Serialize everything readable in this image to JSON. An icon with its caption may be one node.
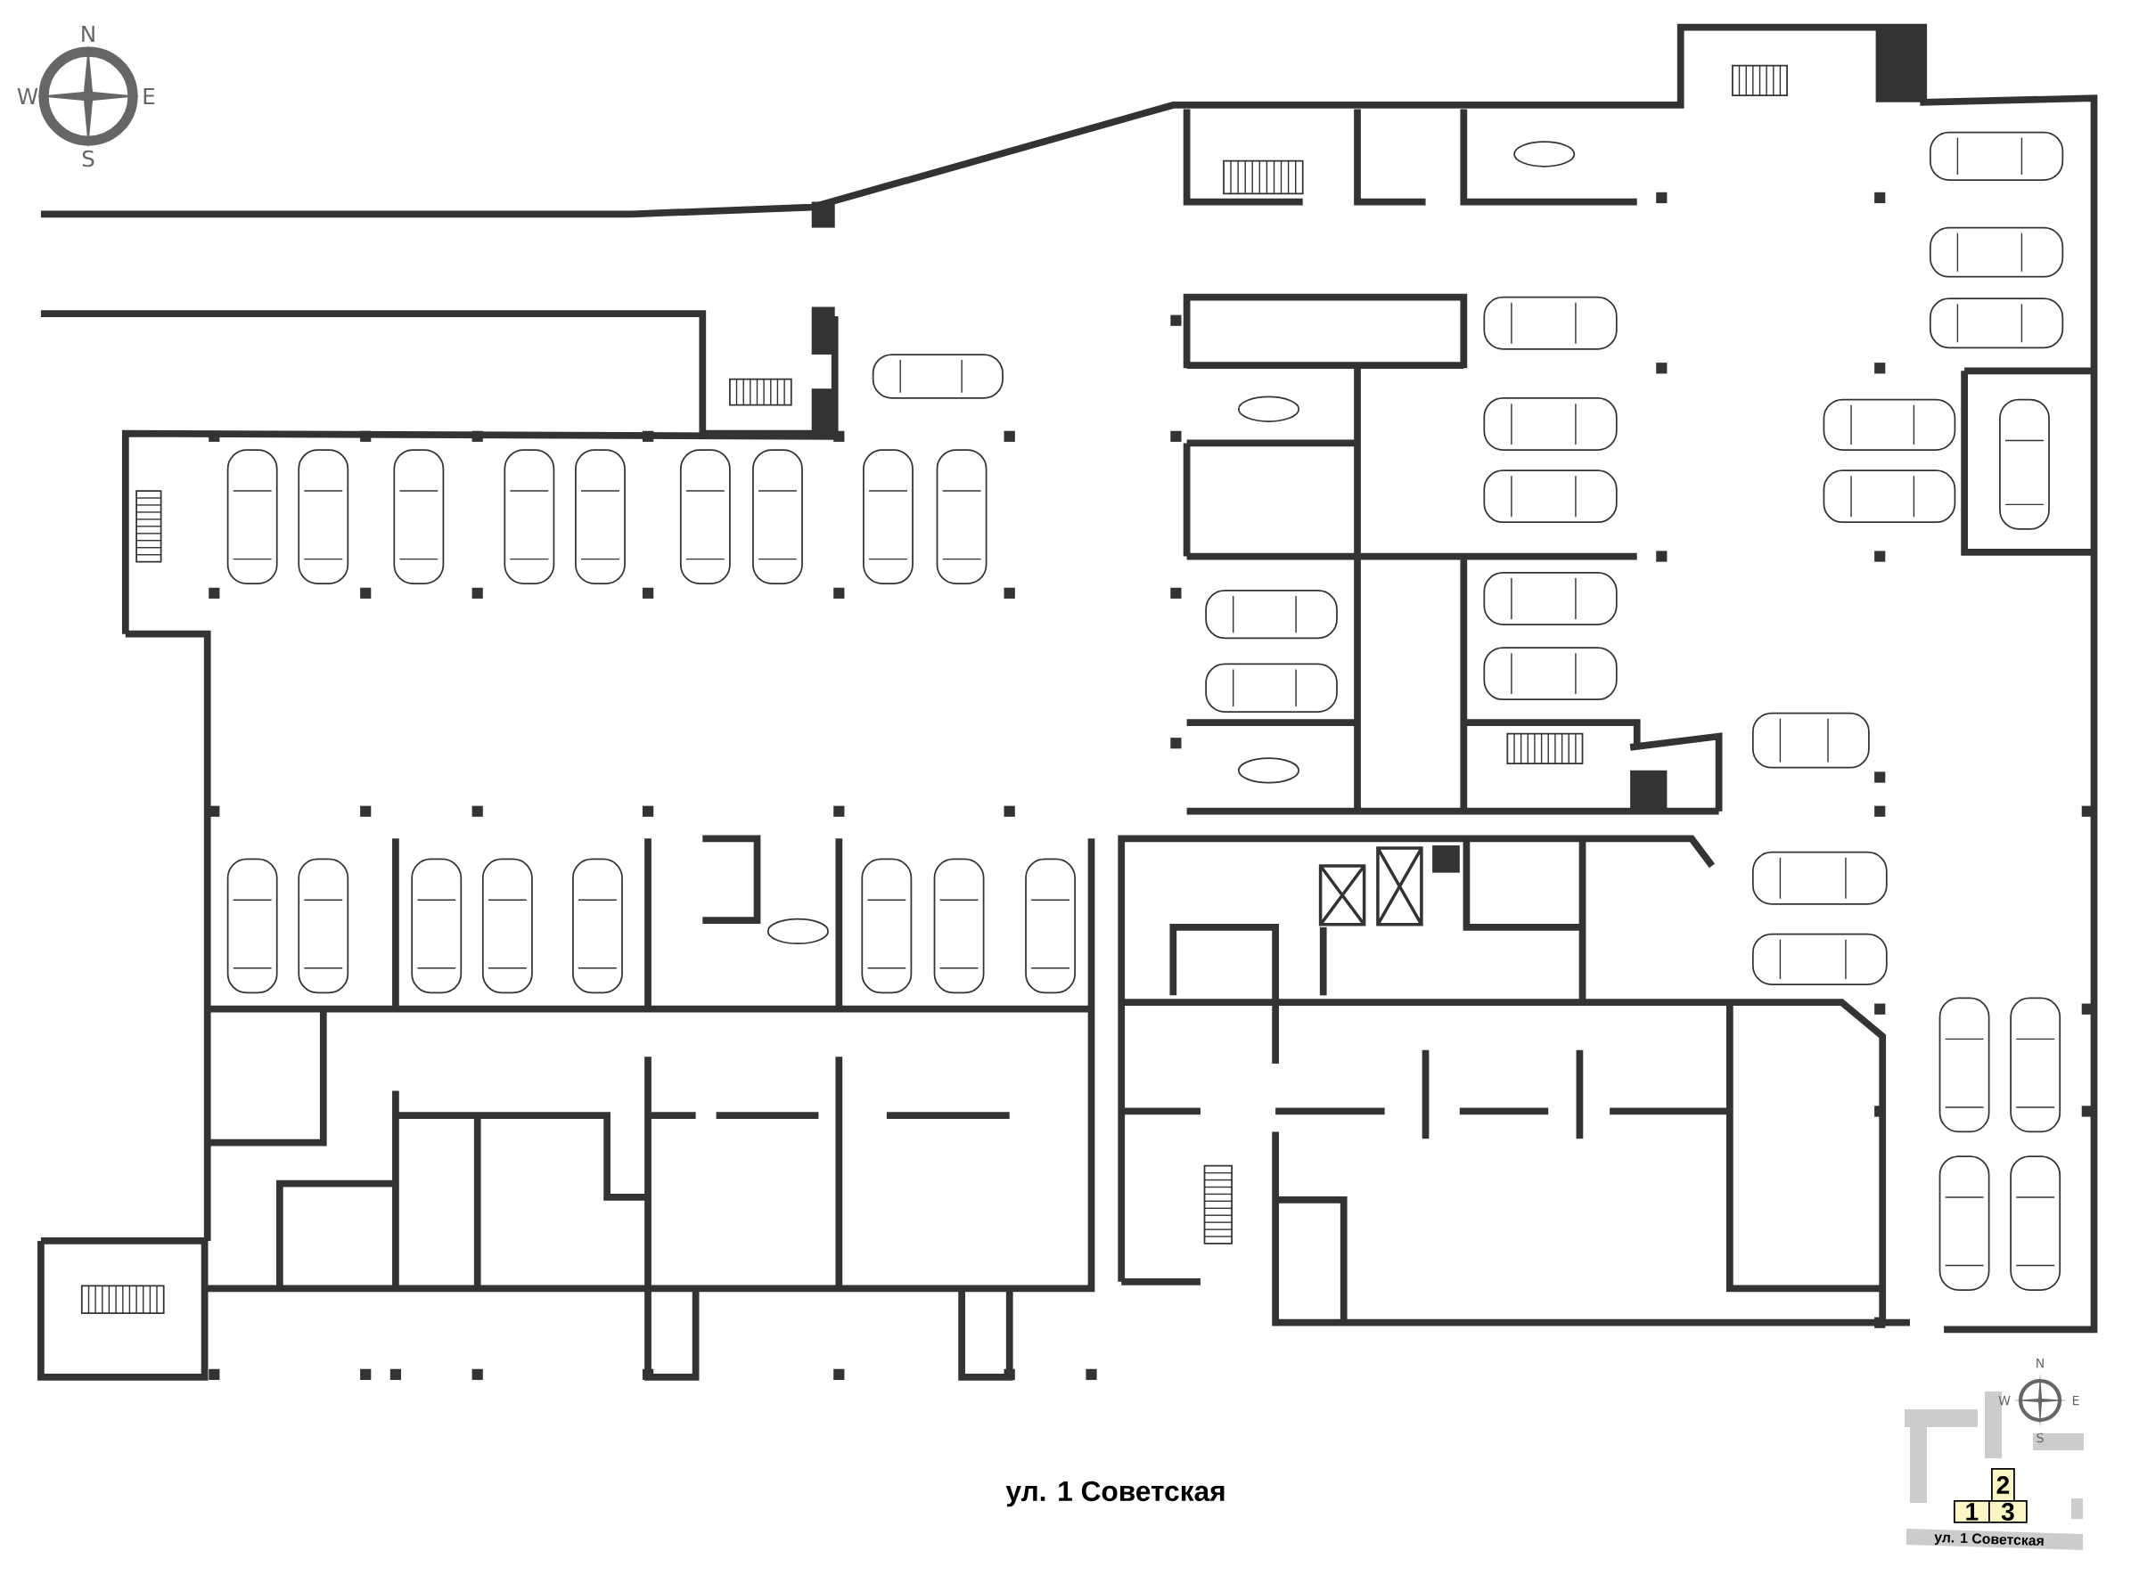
{
  "diagram": {
    "nodes": [
      {
        "text": [
          "2"
        ]
      },
      {
        "text": [
          "1"
        ]
      },
      {
        "text": [
          "3"
        ]
      }
    ],
    "labels": [
      "N",
      "W",
      "E",
      "S",
      "ул. 1 Советская",
      "N",
      "W",
      "E",
      "S",
      "ул. 1 Советская"
    ]
  }
}
